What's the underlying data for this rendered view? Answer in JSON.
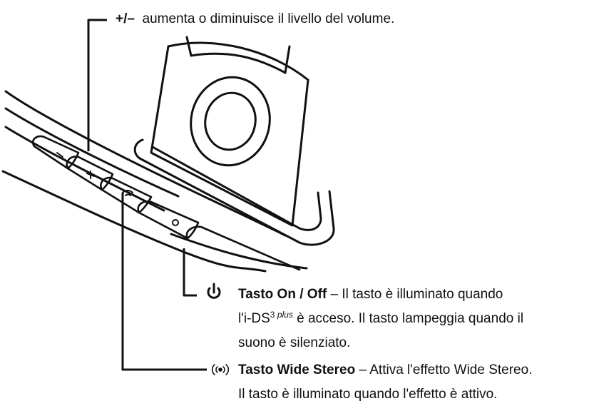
{
  "volume": {
    "label": "+/–",
    "description": "aumenta o diminuisce il livello del volume."
  },
  "power": {
    "title": "Tasto On / Off",
    "sep": " – ",
    "line1_rest": "Il tasto è illuminato quando",
    "line2_pre": "l'i-DS",
    "sup_num": "3",
    "sup_word": "plus",
    "line2_post": " è acceso. Il tasto lampeggia quando il",
    "line3": "suono è silenziato."
  },
  "wide": {
    "title": "Tasto Wide Stereo",
    "sep": " – ",
    "line1_rest": "Attiva l'effetto Wide Stereo.",
    "line2": "Il tasto è illuminato quando l'effetto è attivo."
  },
  "icons": {
    "power": "power-icon",
    "wide": "wide-stereo-icon",
    "minus": "minus-icon",
    "plus": "plus-icon"
  }
}
